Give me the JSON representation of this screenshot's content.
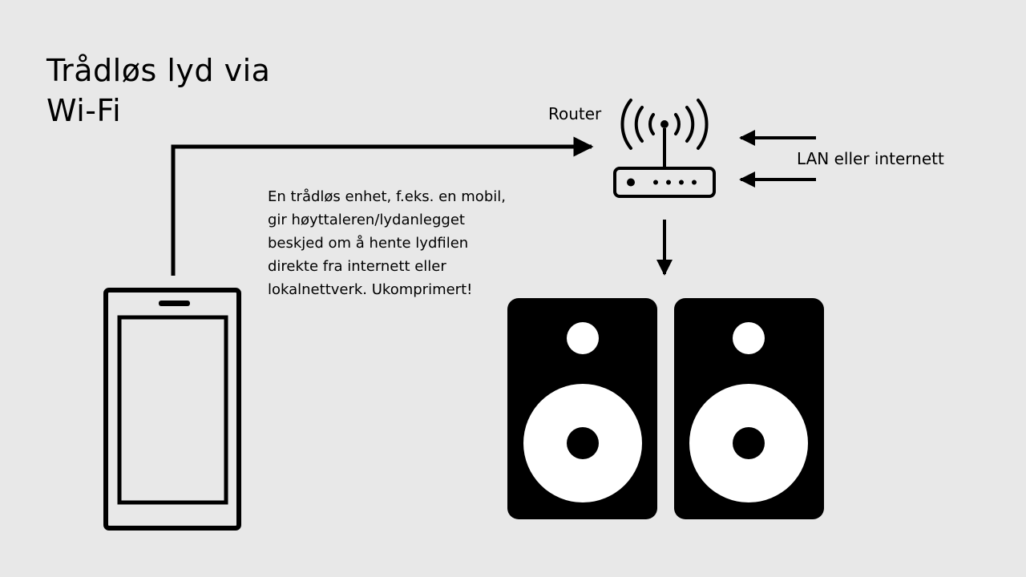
{
  "title": {
    "line1": "Trådløs lyd via",
    "line2": "Wi-Fi"
  },
  "router": {
    "label": "Router"
  },
  "lan": {
    "label": "LAN eller internett"
  },
  "description": {
    "lines": [
      "En trådløs enhet, f.eks. en mobil,",
      "gir høyttaleren/lydanlegget",
      "beskjed om å hente lydfilen",
      "direkte fra internett eller",
      "lokalnettverk. Ukomprimert!"
    ]
  },
  "colors": {
    "background": "#e8e8e8",
    "ink": "#000000",
    "speaker_cone": "#ffffff"
  },
  "icons": {
    "phone": "smartphone-icon",
    "router": "wifi-router-icon",
    "speakers": "speaker-icon"
  }
}
